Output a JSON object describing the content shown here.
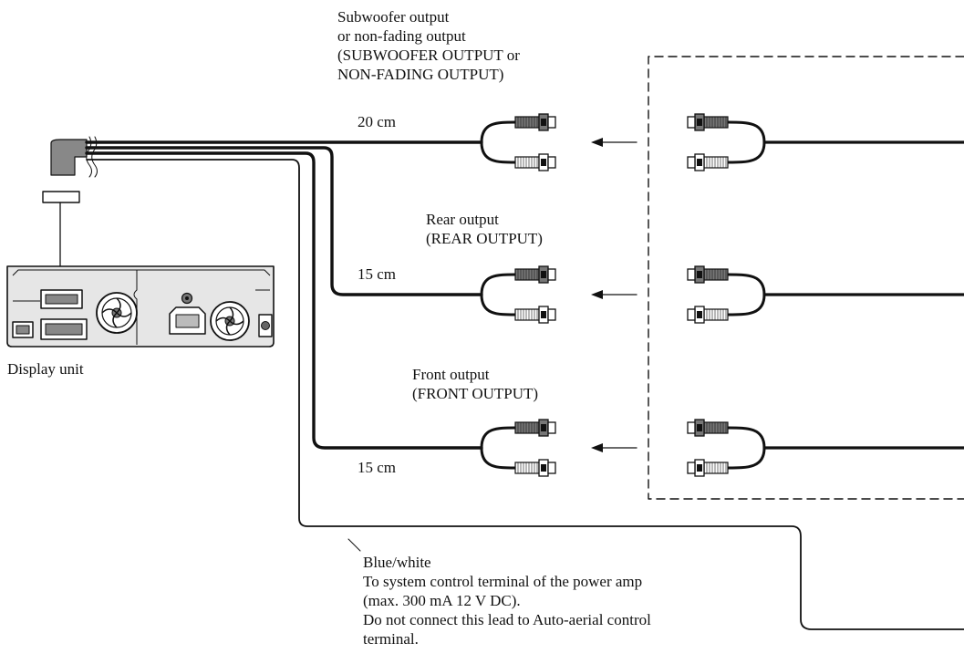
{
  "labels": {
    "subwoofer_line1": "Subwoofer output",
    "subwoofer_line2": "or non-fading output",
    "subwoofer_line3": "(SUBWOOFER OUTPUT or",
    "subwoofer_line4": "NON-FADING OUTPUT)",
    "rear_line1": "Rear output",
    "rear_line2": "(REAR OUTPUT)",
    "front_line1": "Front output",
    "front_line2": "(FRONT OUTPUT)",
    "cable_subwoofer_length": "20 cm",
    "cable_rear_length": "15 cm",
    "cable_front_length": "15 cm",
    "display_unit": "Display unit",
    "note_line1": "Blue/white",
    "note_line2": "To system control terminal of the power amp",
    "note_line3": "(max. 300 mA 12 V DC).",
    "note_line4": "Do not connect this lead to Auto-aerial control",
    "note_line5": "terminal."
  },
  "colors": {
    "line": "#111111",
    "plug_dark": "#777777",
    "plug_light": "#ffffff",
    "unit_fill": "#e6e6e6"
  }
}
